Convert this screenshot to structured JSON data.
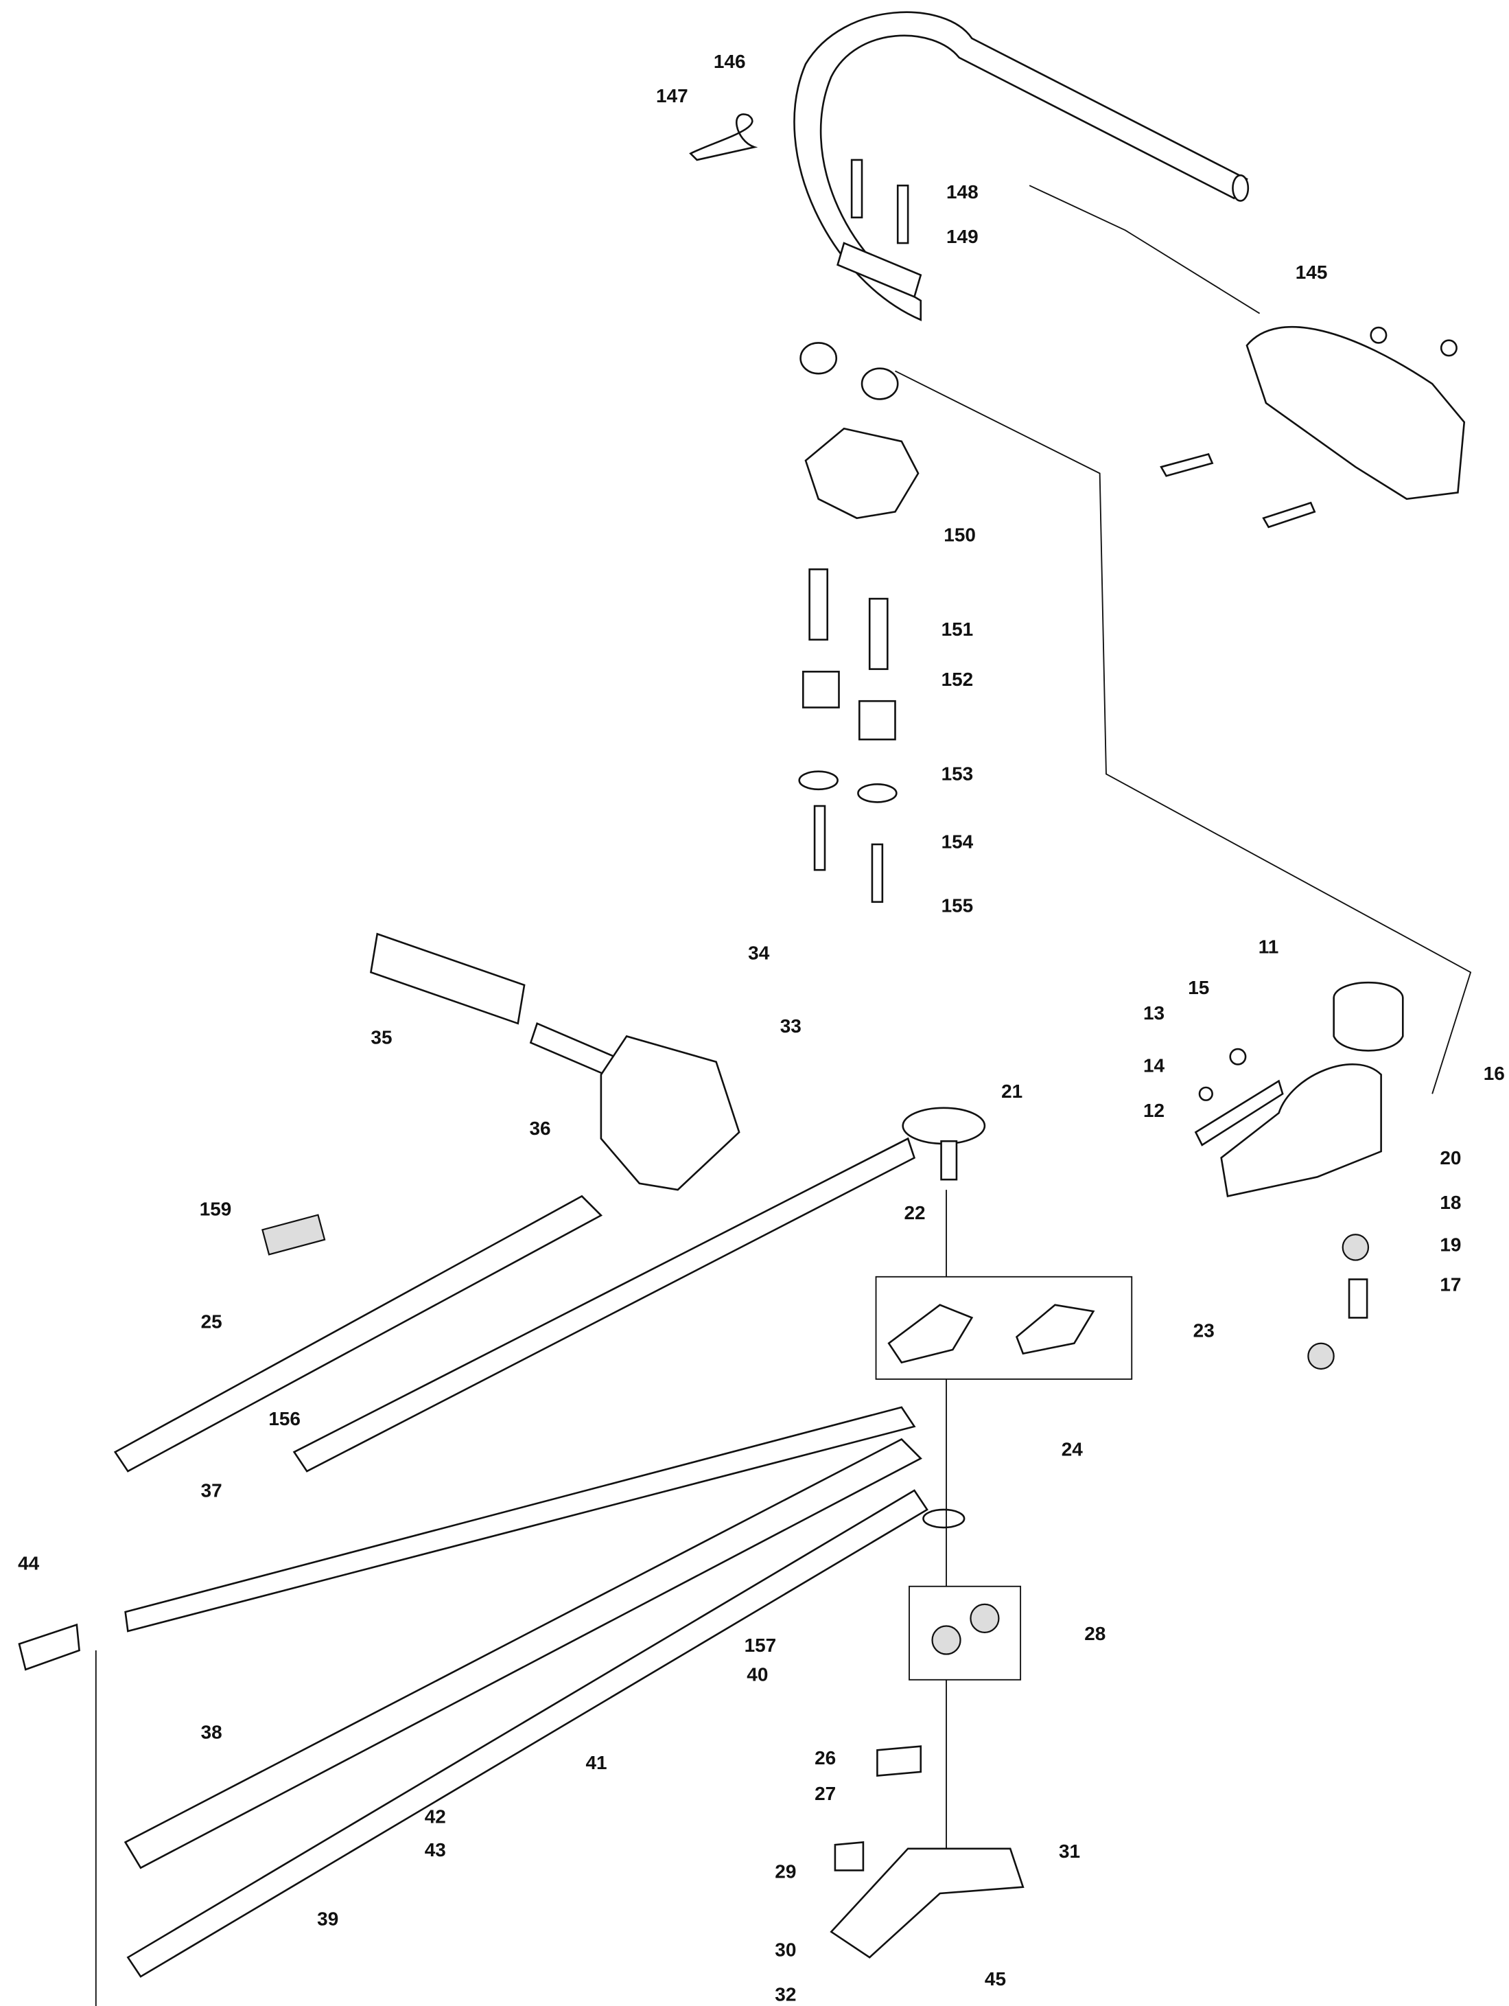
{
  "diagram": {
    "type": "exploded parts diagram",
    "part_labels": [
      "146",
      "147",
      "148",
      "149",
      "145",
      "150",
      "151",
      "152",
      "153",
      "154",
      "155",
      "11",
      "34",
      "15",
      "13",
      "33",
      "35",
      "14",
      "16",
      "21",
      "36",
      "12",
      "20",
      "18",
      "159",
      "22",
      "19",
      "17",
      "25",
      "23",
      "156",
      "24",
      "37",
      "44",
      "28",
      "157",
      "40",
      "38",
      "26",
      "41",
      "27",
      "42",
      "43",
      "29",
      "31",
      "39",
      "30",
      "45",
      "32"
    ]
  }
}
